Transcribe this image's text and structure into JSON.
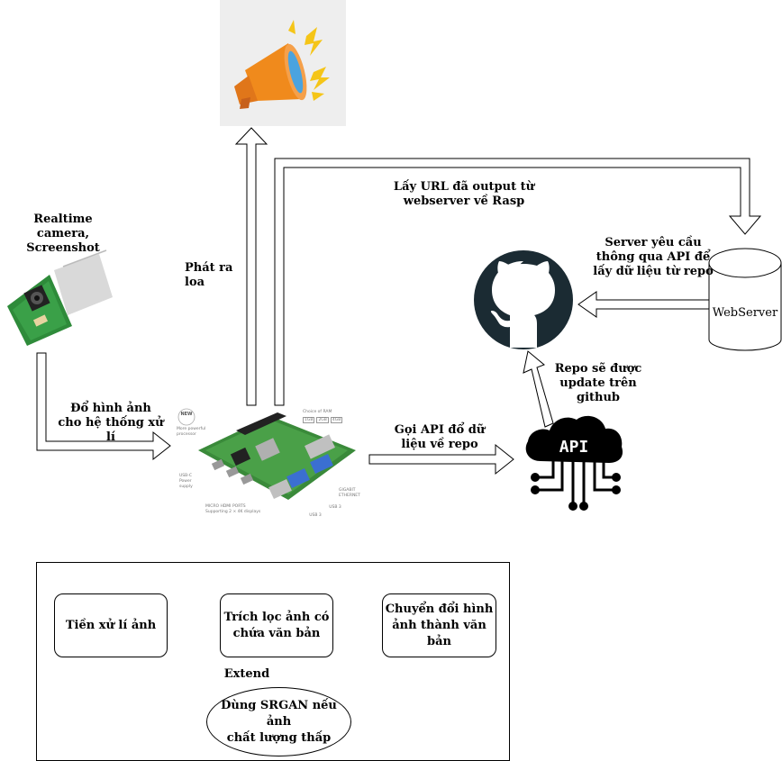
{
  "labels": {
    "camera_source": "Realtime\ncamera,\nScreenshot",
    "camera_to_pi": "Đổ hình ảnh\ncho hệ thống xử\nlí",
    "pi_to_speaker": "Phát ra\nloa",
    "webserver_to_pi": "Lấy URL đã output từ\nwebserver về Rasp",
    "webserver_to_github": "Server yêu cầu\nthông qua API để\nlấy dữ liệu từ repo",
    "api_to_github": "Repo sẽ được\nupdate trên\ngithub",
    "pi_to_api": "Gọi API đổ dữ\nliệu về repo",
    "webserver": "WebServer",
    "api_icon_text": "API"
  },
  "pi_board": {
    "new_badge": "NEW",
    "processor": "More powerful\nprocessor",
    "ram_title": "Choice of RAM",
    "ram_options": [
      "1GB",
      "2GB",
      "4GB"
    ],
    "usbc": "USB-C\nPower\nsupply",
    "hdmi": "MICRO HDMI PORTS\nSupporting 2 × 4K displays",
    "usb3": "USB 3",
    "usb3b": "USB 3",
    "ethernet": "GIGABIT\nETHERNET"
  },
  "pipeline": {
    "step1": "Tiền xử lí ảnh",
    "step2": "Trích lọc ảnh có\nchứa văn bản",
    "step3": "Chuyển đổi hình\nảnh thành văn\nbản",
    "extend_label": "Extend",
    "extension": "Dùng SRGAN nếu ảnh\nchất lượng thấp"
  },
  "colors": {
    "megaphone_orange": "#f08a1c",
    "megaphone_blue": "#4aa3df",
    "lightning_yellow": "#f5c518",
    "pcb_green": "#3a8a3a",
    "github_dark": "#1b2b33",
    "api_black": "#000000"
  }
}
